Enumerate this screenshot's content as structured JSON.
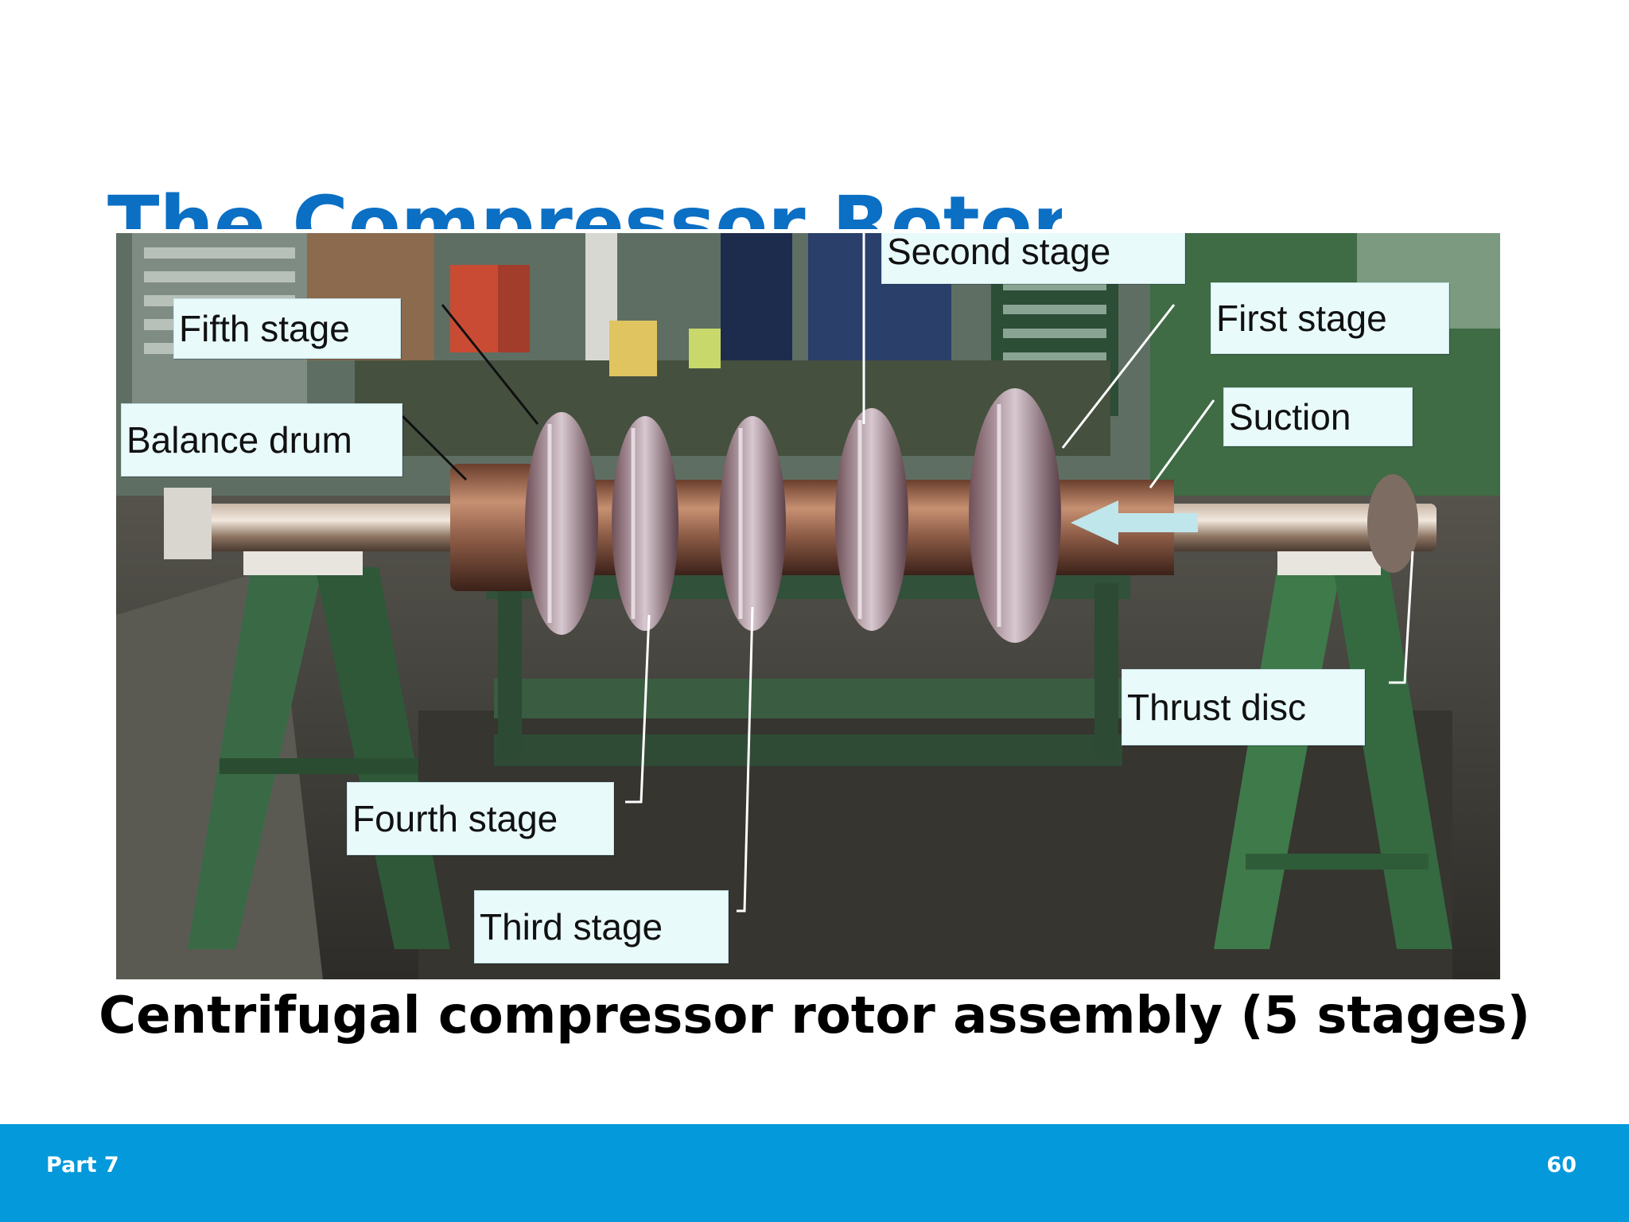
{
  "slide": {
    "title": "The Compressor Rotor",
    "caption": "Centrifugal compressor rotor assembly (5 stages)"
  },
  "photo_labels": {
    "second_stage": "Second stage",
    "fifth_stage": "Fifth stage",
    "first_stage": "First stage",
    "balance_drum": "Balance drum",
    "suction": "Suction",
    "thrust_disc": "Thrust disc",
    "fourth_stage": "Fourth stage",
    "third_stage": "Third stage"
  },
  "footer": {
    "section": "Part 7",
    "page_number": "60"
  },
  "colors": {
    "title_blue": "#0b6fc4",
    "footer_blue": "#0399db",
    "label_fill": "#e9fafb"
  }
}
